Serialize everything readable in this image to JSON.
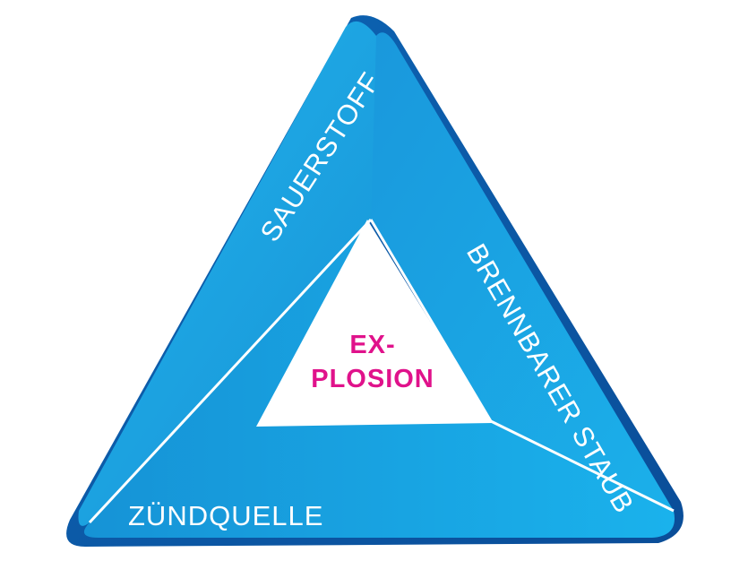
{
  "diagram": {
    "sides": {
      "top_left": "SAUERSTOFF",
      "right": "BRENNBARER STAUB",
      "bottom": "ZÜNDQUELLE"
    },
    "center": {
      "line1": "EX-",
      "line2": "PLOSION"
    }
  },
  "colors": {
    "dark_blue": "#0a4f9c",
    "mid_blue": "#1476c4",
    "light_blue": "#1aa7e4",
    "white": "#ffffff",
    "center_text": "#e0128b"
  }
}
